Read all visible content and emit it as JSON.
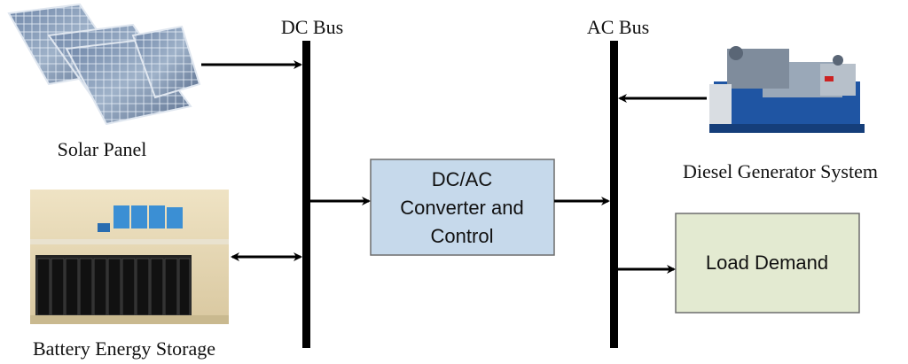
{
  "buses": {
    "dc_label": "DC Bus",
    "ac_label": "AC Bus"
  },
  "sources": {
    "solar_label": "Solar Panel",
    "battery_label": "Battery Energy Storage",
    "diesel_label": "Diesel Generator System"
  },
  "blocks": {
    "converter": [
      "DC/AC",
      "Converter and",
      "Control"
    ],
    "load": "Load Demand"
  },
  "colors": {
    "converter_fill": "#c6d9eb",
    "load_fill": "#e3ead1",
    "bus": "#000000"
  }
}
